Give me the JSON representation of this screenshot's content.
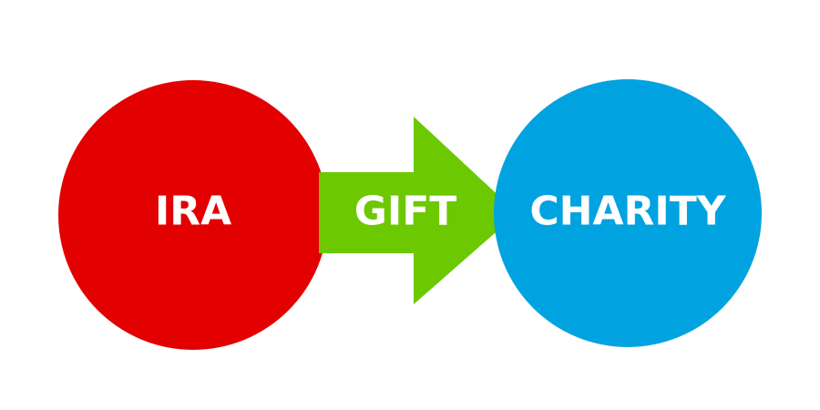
{
  "diagram": {
    "nodes": [
      {
        "id": "ira",
        "label": "IRA",
        "color": "#e30000"
      },
      {
        "id": "charity",
        "label": "CHARITY",
        "color": "#00a3e0"
      }
    ],
    "edge": {
      "from": "ira",
      "to": "charity",
      "label": "GIFT",
      "color": "#6cc800"
    }
  }
}
